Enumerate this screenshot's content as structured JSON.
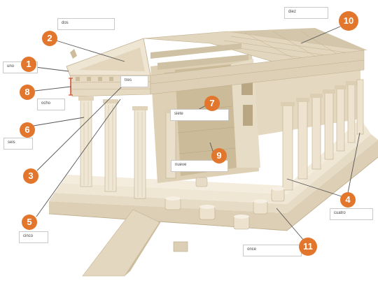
{
  "colors": {
    "marker": "#e2762c",
    "leader": "#555555",
    "stone": "#e9ddc6",
    "shadow": "#c8b696",
    "roof": "#d9cdb6",
    "red_bracket": "#d9472b"
  },
  "labels": {
    "uno": "uno",
    "dos": "dos",
    "tres": "tres",
    "cuatro": "cuatro",
    "cinco": "cinco",
    "seis": "seis",
    "siete": "siete",
    "ocho": "ocho",
    "nueve": "nueve",
    "diez": "diez",
    "once": "once"
  },
  "markers": {
    "n1": "1",
    "n2": "2",
    "n3": "3",
    "n4": "4",
    "n5": "5",
    "n6": "6",
    "n7": "7",
    "n8": "8",
    "n9": "9",
    "n10": "10",
    "n11": "11"
  }
}
